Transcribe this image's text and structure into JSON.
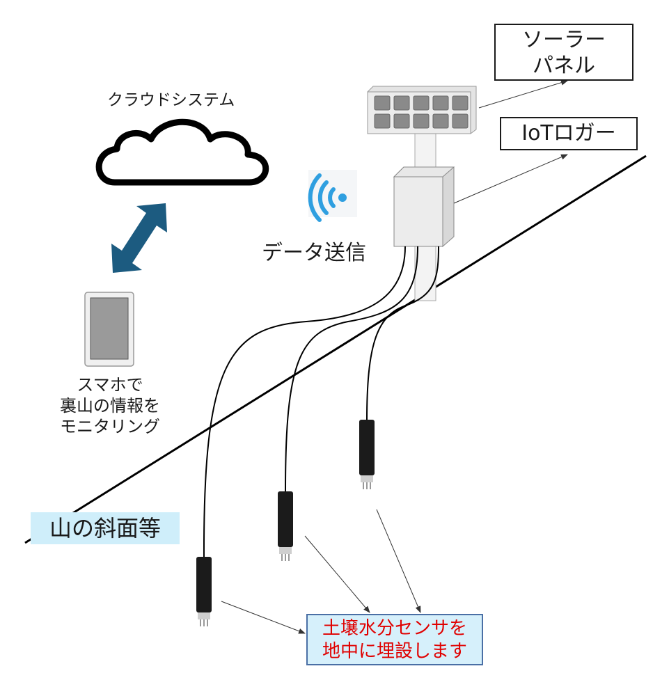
{
  "labels": {
    "cloud_system": "クラウドシステム",
    "solar_panel_line1": "ソーラー",
    "solar_panel_line2": "パネル",
    "iot_logger": "IoTロガー",
    "data_transmission": "データ送信",
    "phone_line1": "スマホで",
    "phone_line2": "裏山の情報を",
    "phone_line3": "モニタリング",
    "slope": "山の斜面等",
    "sensor_line1": "土壌水分センサを",
    "sensor_line2": "地中に埋設します"
  },
  "colors": {
    "arrow": "#1c5b80",
    "wifi": "#2f9fe0",
    "sensor_text": "#e00000",
    "slope_highlight": "#cfeefa",
    "sensor_box": "#d6f0fb"
  },
  "icons": [
    "cloud-icon",
    "wifi-icon",
    "smartphone-icon",
    "solar-panel-icon",
    "logger-box-icon",
    "soil-sensor-icon"
  ]
}
